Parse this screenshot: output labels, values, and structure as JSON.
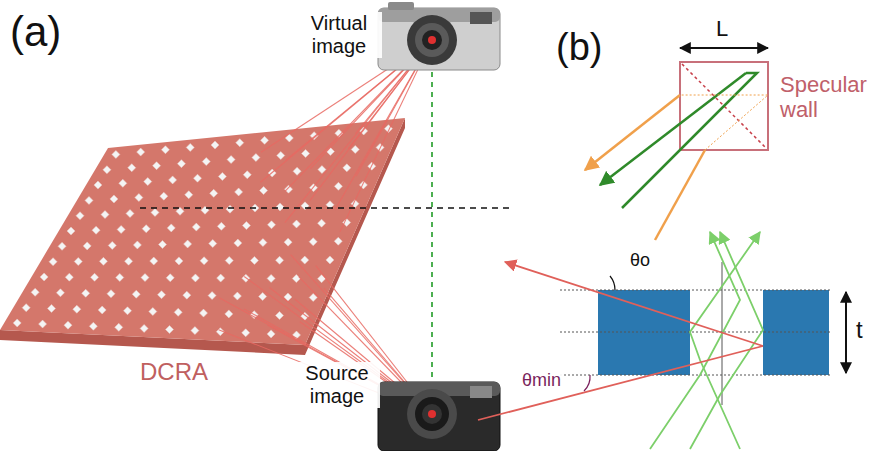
{
  "diagram": {
    "labels": [
      "(a)",
      "Virtual image",
      "(b)",
      "L",
      "Specular wall",
      "θo",
      "t",
      "DCRA",
      "θmin",
      "Source image"
    ]
  }
}
